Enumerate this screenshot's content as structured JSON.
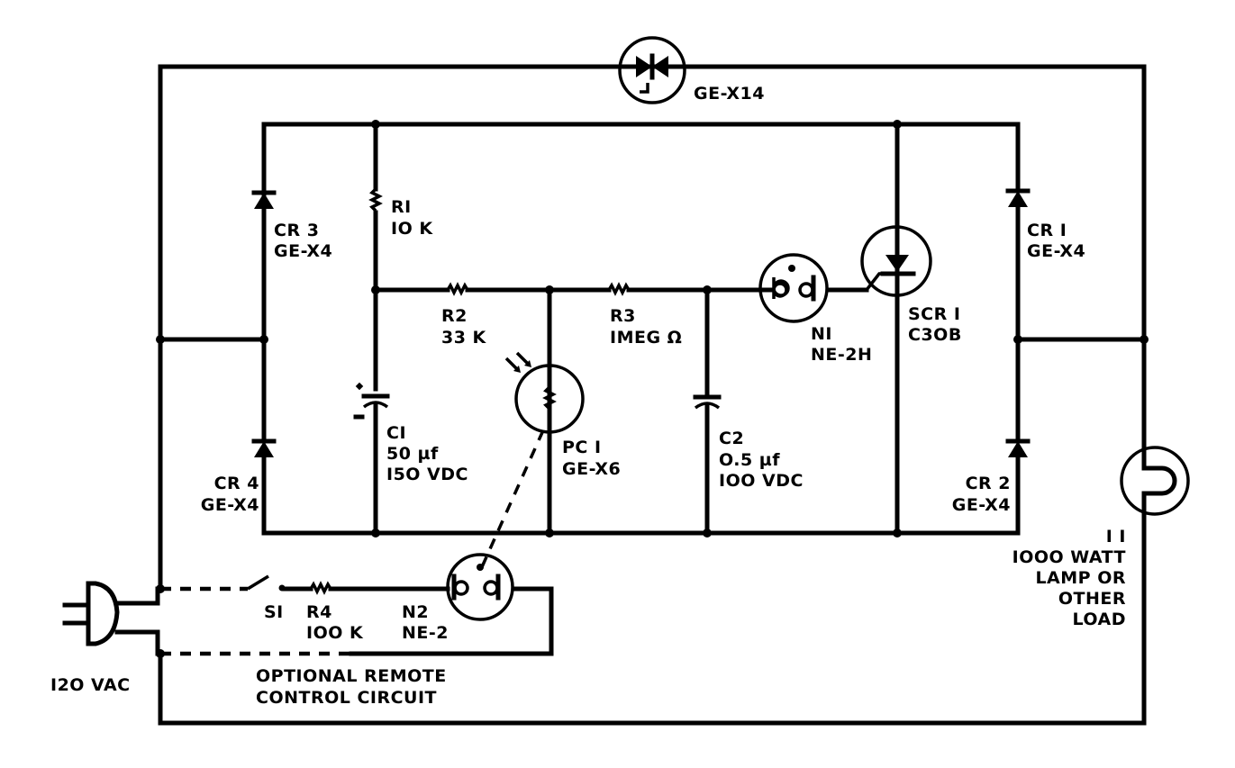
{
  "diagram": {
    "title": "Light-activated SCR load switch schematic",
    "components": {
      "triac": {
        "designation": "",
        "type": "GE-X14"
      },
      "cr1": {
        "designation": "CR I",
        "type": "GE-X4"
      },
      "cr2": {
        "designation": "CR 2",
        "type": "GE-X4"
      },
      "cr3": {
        "designation": "CR 3",
        "type": "GE-X4"
      },
      "cr4": {
        "designation": "CR 4",
        "type": "GE-X4"
      },
      "r1": {
        "designation": "RI",
        "value": "IO K"
      },
      "r2": {
        "designation": "R2",
        "value": "33 K"
      },
      "r3": {
        "designation": "R3",
        "value": "IMEG Ω"
      },
      "r4": {
        "designation": "R4",
        "value": "IOO K"
      },
      "c1": {
        "designation": "CI",
        "value": "50 µf",
        "rating": "I5O VDC",
        "plus": "+",
        "minus": "-"
      },
      "c2": {
        "designation": "C2",
        "value": "O.5 µf",
        "rating": "IOO VDC"
      },
      "pc1": {
        "designation": "PC I",
        "type": "GE-X6"
      },
      "n1": {
        "designation": "NI",
        "type": "NE-2H"
      },
      "n2": {
        "designation": "N2",
        "type": "NE-2"
      },
      "scr1": {
        "designation": "SCR I",
        "type": "C3OB"
      },
      "s1": {
        "designation": "SI"
      },
      "i1": {
        "designation": "I I",
        "lines": [
          "IOOO WATT",
          "LAMP OR",
          "OTHER",
          "LOAD"
        ]
      },
      "plug": {
        "label": "I2O VAC"
      }
    },
    "remote_note": [
      "OPTIONAL REMOTE",
      "CONTROL CIRCUIT"
    ]
  }
}
